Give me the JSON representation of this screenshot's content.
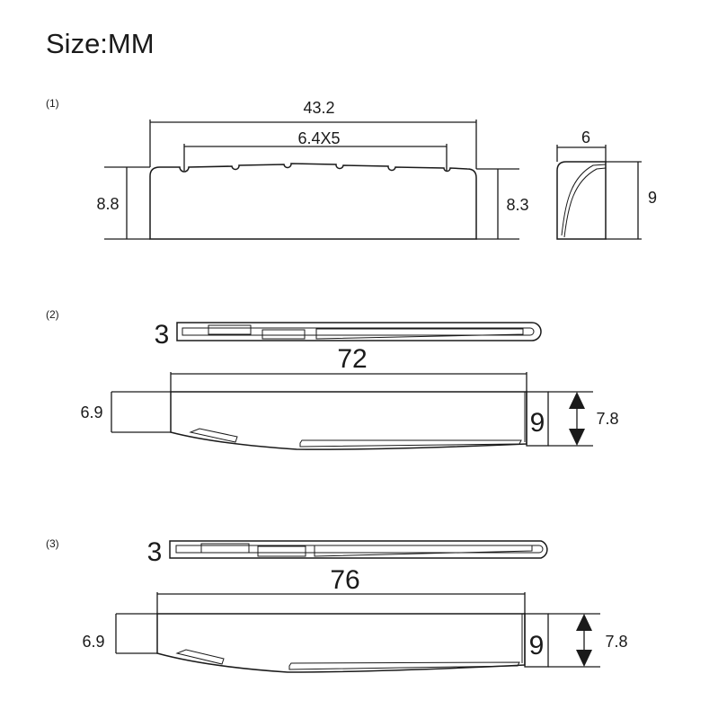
{
  "title": "Size:MM",
  "sections": [
    {
      "number": "(1)",
      "length_label": "43.2",
      "spacing_label": "6.4X5",
      "left_height_label": "8.8",
      "right_height_label": "8.3",
      "profile_width_label": "6",
      "profile_height_label": "9"
    },
    {
      "number": "(2)",
      "thickness_label": "3",
      "length_label": "72",
      "left_height_label": "6.9",
      "end_height_label": "9",
      "right_height_label": "7.8"
    },
    {
      "number": "(3)",
      "thickness_label": "3",
      "length_label": "76",
      "left_height_label": "6.9",
      "end_height_label": "9",
      "right_height_label": "7.8"
    }
  ]
}
